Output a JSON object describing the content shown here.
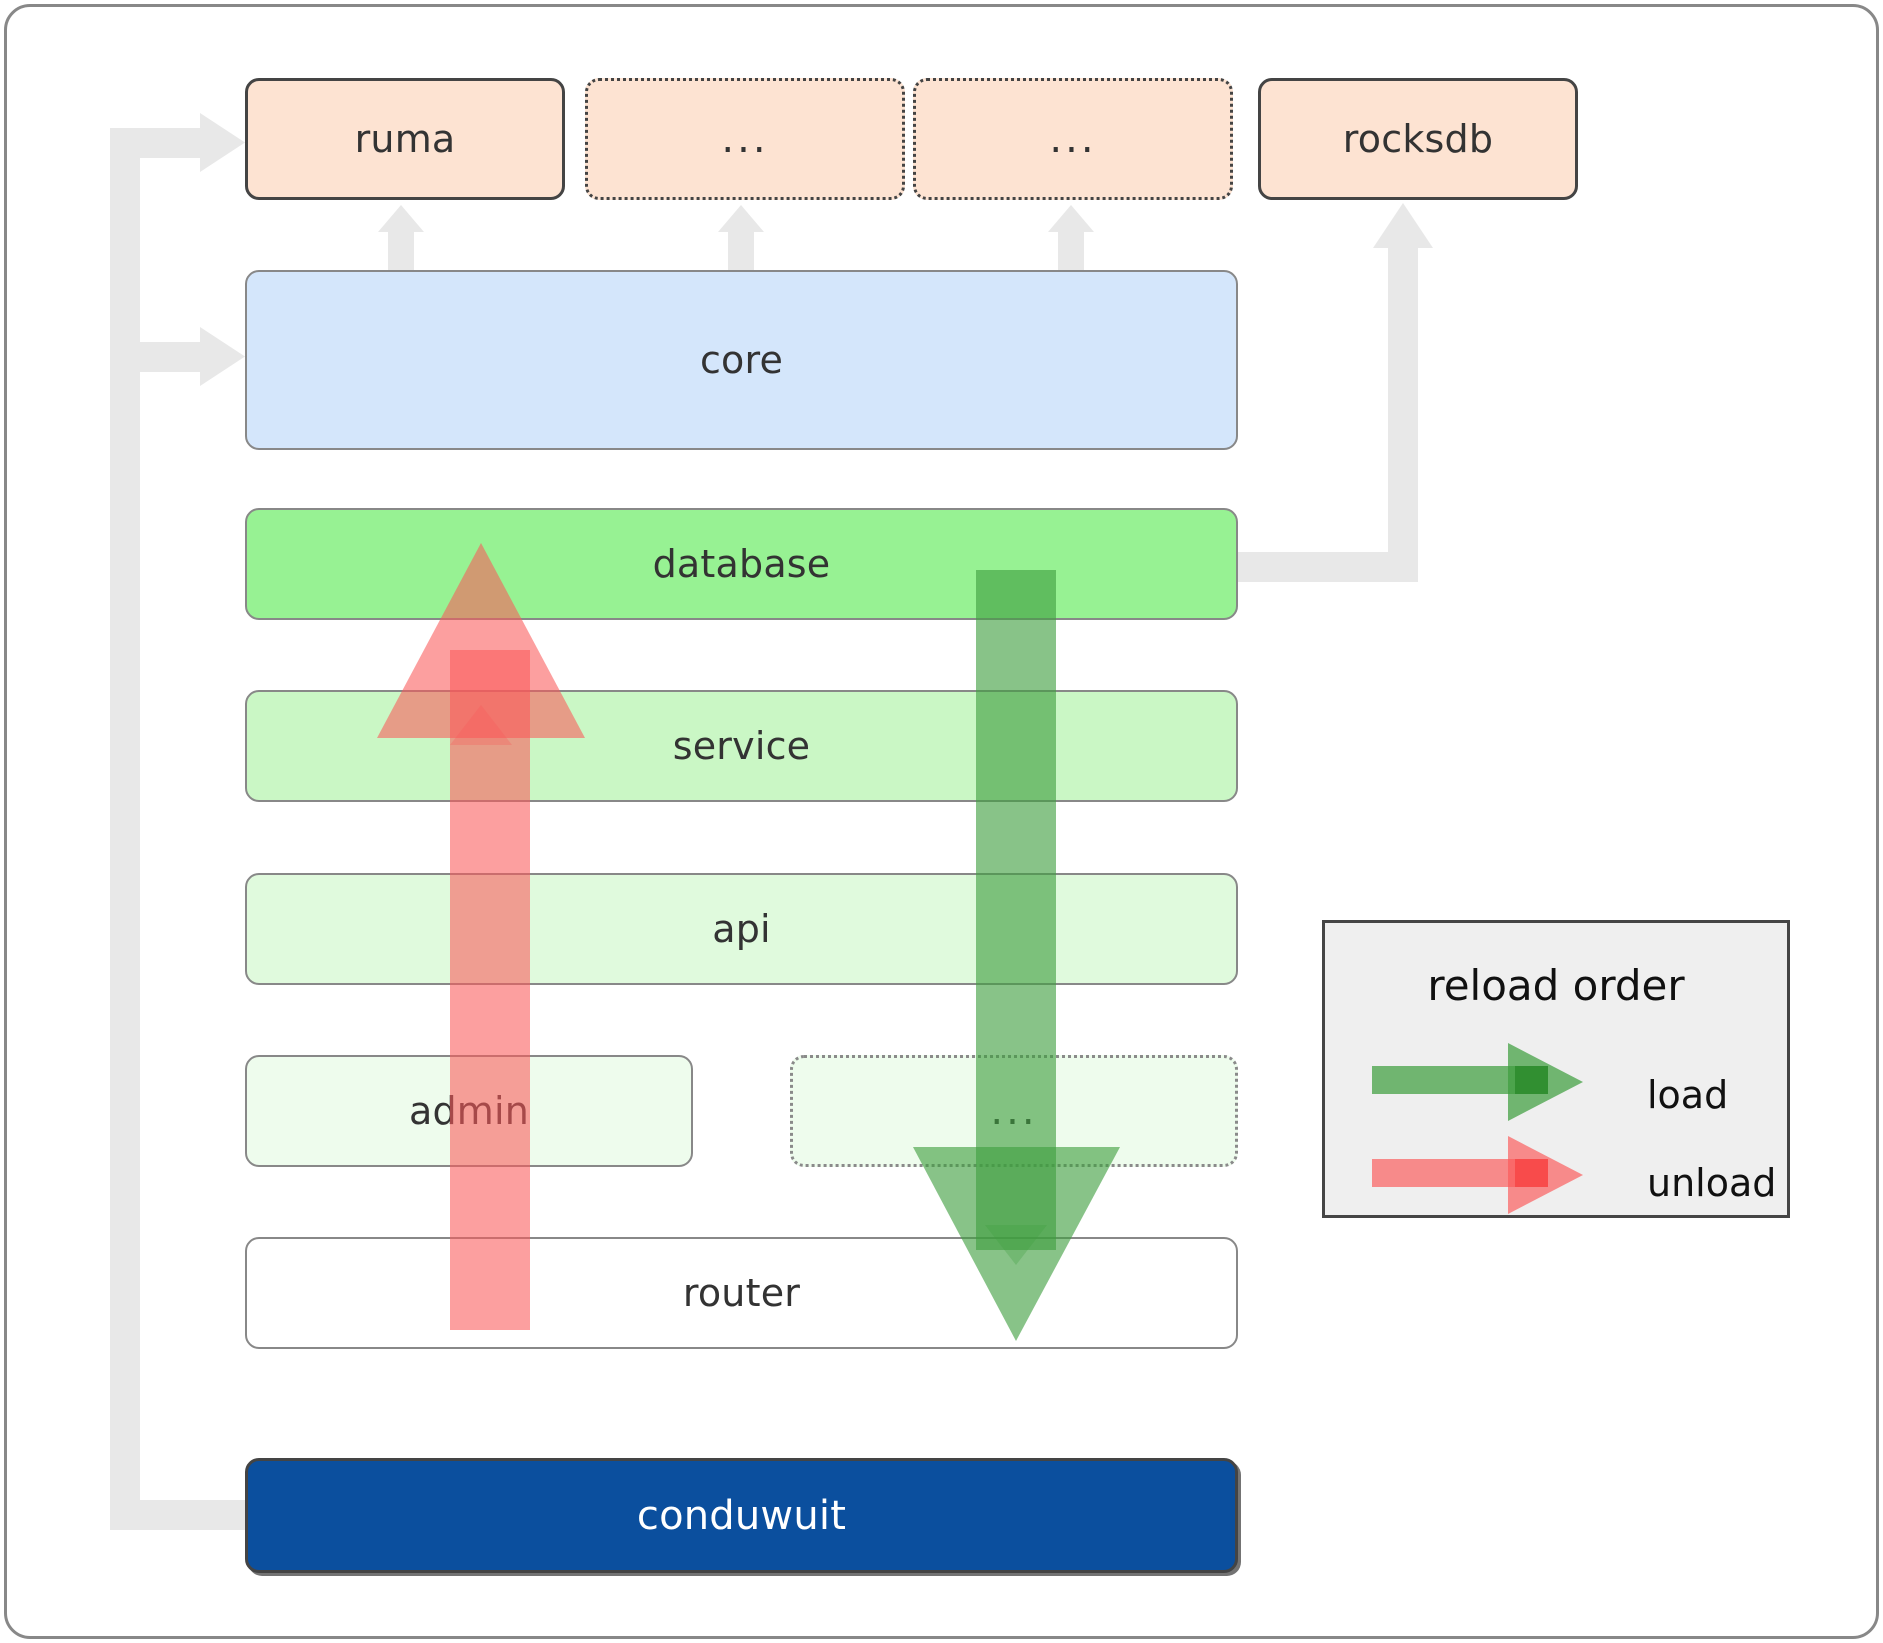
{
  "diagram": {
    "title": "conduwuit crate dependency / reload order diagram",
    "colors": {
      "peach": "#fde3d2",
      "blue": "#d4e6fb",
      "green_strong": "#97f293",
      "green_mid": "#caf7c5",
      "green_light": "#e0fadd",
      "green_lighter": "#eefced",
      "white": "#ffffff",
      "navy": "#0b4f9e",
      "connector_gray": "#e8e8e8",
      "legend_bg": "#efefef",
      "load_green": "#4ca64c",
      "unload_red": "#fa6a6a",
      "frame_border": "#888888"
    },
    "nodes": {
      "ruma": "ruma",
      "ellipsis_top_1": "...",
      "ellipsis_top_2": "...",
      "rocksdb": "rocksdb",
      "core": "core",
      "database": "database",
      "service": "service",
      "api": "api",
      "admin": "admin",
      "ellipsis_mid": "...",
      "router": "router",
      "conduwuit": "conduwuit"
    },
    "legend": {
      "title": "reload order",
      "items": [
        {
          "label": "load",
          "color": "#4ca64c",
          "direction": "right"
        },
        {
          "label": "unload",
          "color": "#fa6a6a",
          "direction": "right"
        }
      ]
    },
    "flow_arrows": [
      {
        "name": "unload-arrow",
        "label": "unload",
        "direction": "up",
        "color": "#fa6a6a",
        "from": "router",
        "to": "database"
      },
      {
        "name": "load-arrow",
        "label": "load",
        "direction": "down",
        "color": "#4ca64c",
        "from": "database",
        "to": "router"
      }
    ],
    "dependency_edges": [
      {
        "from": "core",
        "to": "ruma"
      },
      {
        "from": "core",
        "to": "ellipsis_top_1"
      },
      {
        "from": "core",
        "to": "ellipsis_top_2"
      },
      {
        "from": "database",
        "to": "rocksdb"
      },
      {
        "from": "conduwuit",
        "to": "ruma"
      },
      {
        "from": "conduwuit",
        "to": "core"
      }
    ]
  }
}
